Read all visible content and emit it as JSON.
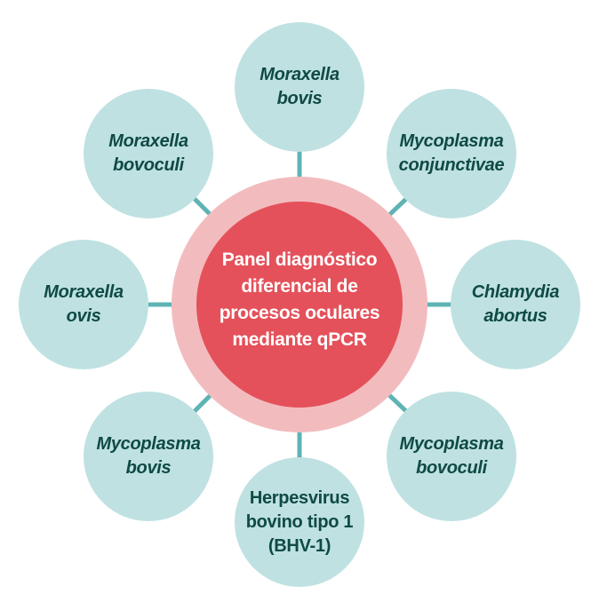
{
  "center": {
    "label": "Panel diagnóstico\ndiferencial de\nprocesos oculares\nmediante qPCR"
  },
  "nodes": [
    {
      "id": "top",
      "label": "Moraxella\nbovis",
      "italic": true
    },
    {
      "id": "top-right",
      "label": "Mycoplasma\nconjunctivae",
      "italic": true
    },
    {
      "id": "right",
      "label": "Chlamydia\nabortus",
      "italic": true
    },
    {
      "id": "bottom-right",
      "label": "Mycoplasma\nbovoculi",
      "italic": true
    },
    {
      "id": "bottom",
      "label": "Herpesvirus\nbovino tipo 1\n(BHV-1)",
      "italic": false
    },
    {
      "id": "bottom-left",
      "label": "Mycoplasma\nbovis",
      "italic": true
    },
    {
      "id": "left",
      "label": "Moraxella\novis",
      "italic": true
    },
    {
      "id": "top-left",
      "label": "Moraxella\nbovoculi",
      "italic": true
    }
  ],
  "colors": {
    "connector": "#5fb3b3",
    "node_fill": "#bfe1e1",
    "node_text": "#0f4a45",
    "center_ring": "#f2bcbf",
    "center_core": "#e4515a",
    "center_text": "#ffffff"
  }
}
